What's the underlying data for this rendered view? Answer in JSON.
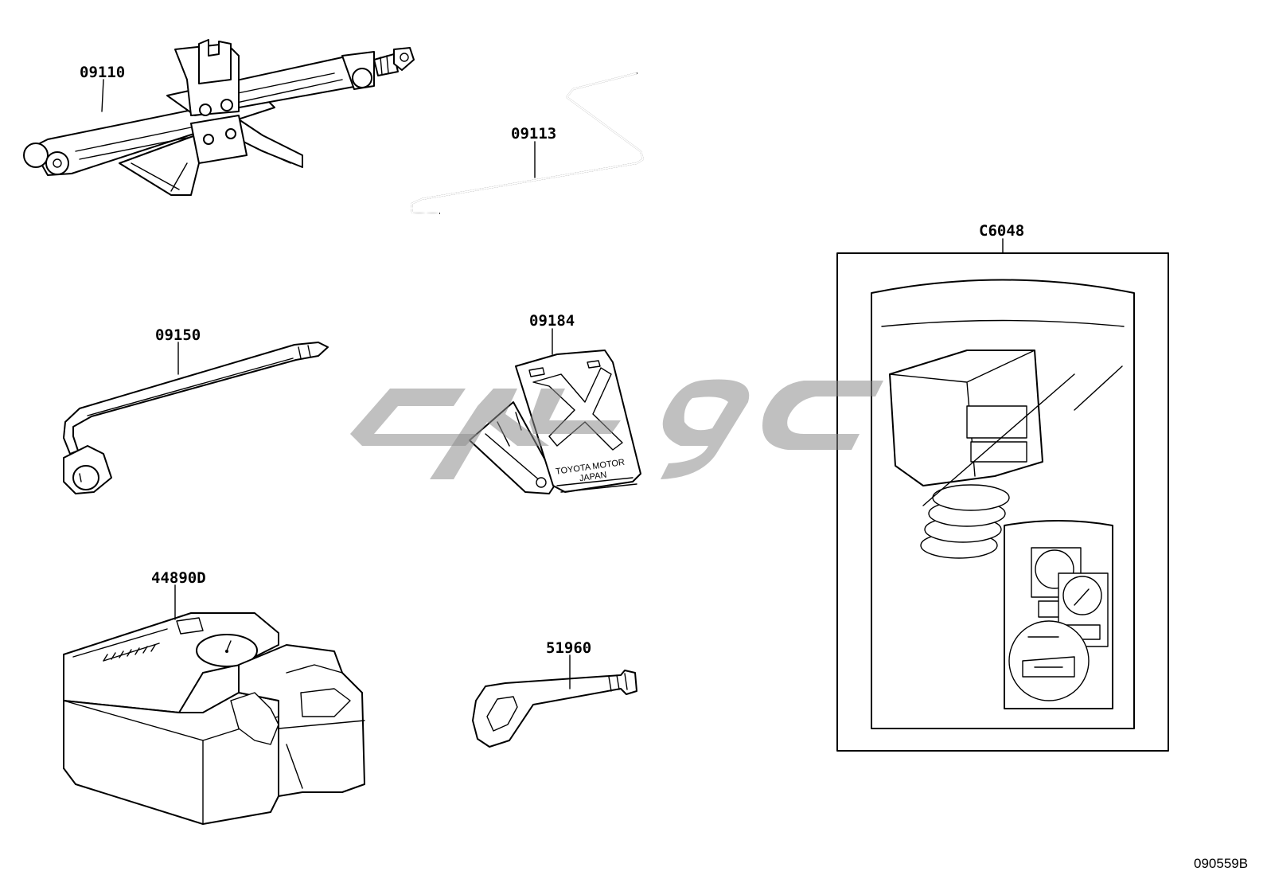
{
  "diagram": {
    "parts": [
      {
        "id": "jack",
        "number": "09110"
      },
      {
        "id": "jack-handle",
        "number": "09113"
      },
      {
        "id": "wheel-wrench",
        "number": "09150"
      },
      {
        "id": "wheel-chock",
        "number": "09184"
      },
      {
        "id": "compressor",
        "number": "44890D"
      },
      {
        "id": "towing-eye",
        "number": "51960"
      },
      {
        "id": "tool-bag",
        "number": "C6048"
      }
    ],
    "chock_text_line1": "TOYOTA MOTOR",
    "chock_text_line2": "JAPAN",
    "reference_code": "090559B",
    "watermark": "watermark-logo"
  }
}
